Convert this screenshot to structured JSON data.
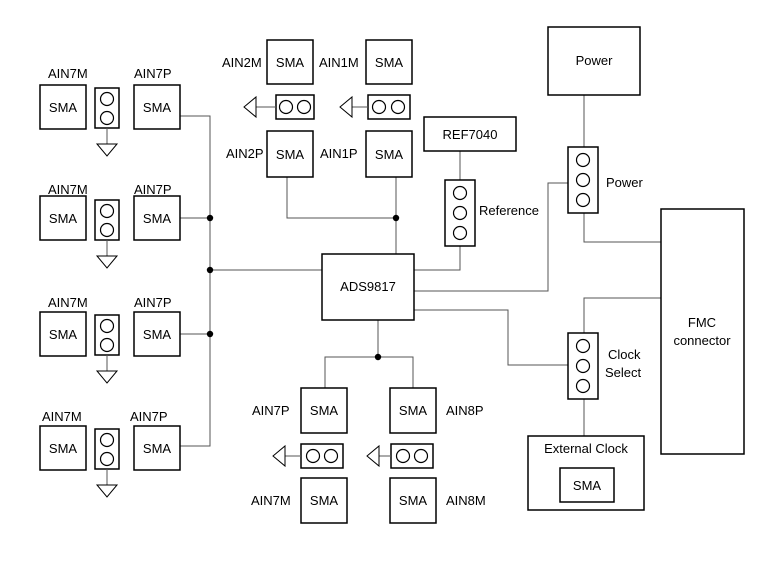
{
  "left_channels": [
    {
      "m_label": "AIN7M",
      "p_label": "AIN7P",
      "m_sma": "SMA",
      "p_sma": "SMA"
    },
    {
      "m_label": "AIN7M",
      "p_label": "AIN7P",
      "m_sma": "SMA",
      "p_sma": "SMA"
    },
    {
      "m_label": "AIN7M",
      "p_label": "AIN7P",
      "m_sma": "SMA",
      "p_sma": "SMA"
    },
    {
      "m_label": "AIN7M",
      "p_label": "AIN7P",
      "m_sma": "SMA",
      "p_sma": "SMA"
    }
  ],
  "top_channels": [
    {
      "m_label": "AIN2M",
      "p_label": "AIN2P",
      "m_sma": "SMA",
      "p_sma": "SMA"
    },
    {
      "m_label": "AIN1M",
      "p_label": "AIN1P",
      "m_sma": "SMA",
      "p_sma": "SMA"
    }
  ],
  "bottom_channels": [
    {
      "p_label": "AIN7P",
      "m_label": "AIN7M",
      "p_sma": "SMA",
      "m_sma": "SMA"
    },
    {
      "p_label": "AIN8P",
      "m_label": "AIN8M",
      "p_sma": "SMA",
      "m_sma": "SMA"
    }
  ],
  "adc": {
    "label": "ADS9817"
  },
  "reference": {
    "chip_label": "REF7040",
    "jumper_label": "Reference"
  },
  "power": {
    "box_label": "Power",
    "jumper_label": "Power"
  },
  "fmc": {
    "line1": "FMC",
    "line2": "connector"
  },
  "clock_select": {
    "line1": "Clock",
    "line2": "Select"
  },
  "external_clock": {
    "label": "External Clock",
    "sma": "SMA"
  }
}
